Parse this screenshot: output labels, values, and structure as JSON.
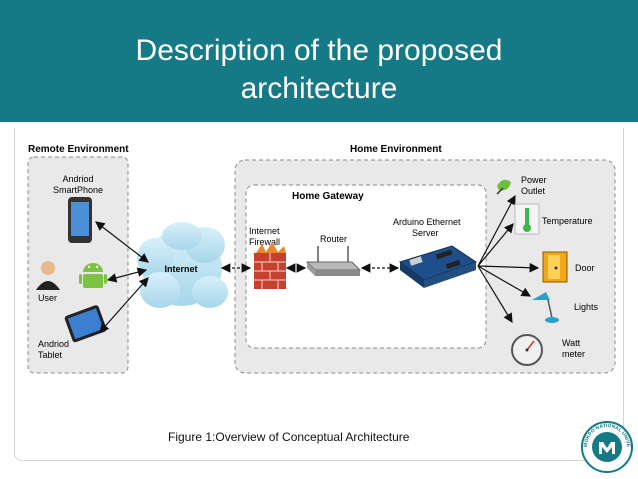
{
  "slide": {
    "title_line1": "Description of the proposed",
    "title_line2": "architecture",
    "caption": "Figure 1:Overview of Conceptual Architecture"
  },
  "diagram": {
    "remote_env_label": "Remote Environment",
    "home_env_label": "Home Environment",
    "home_gateway_label": "Home Gateway",
    "smartphone_label_1": "Andriod",
    "smartphone_label_2": "SmartPhone",
    "user_label": "User",
    "tablet_label_1": "Andriod",
    "tablet_label_2": "Tablet",
    "internet_label": "Internet",
    "firewall_label_1": "Internet",
    "firewall_label_2": "Firewall",
    "router_label": "Router",
    "arduino_label_1": "Arduino Ethernet",
    "arduino_label_2": "Server",
    "power_label_1": "Power",
    "power_label_2": "Outlet",
    "temperature_label": "Temperature",
    "door_label": "Door",
    "lights_label": "Lights",
    "watt_label_1": "Watt",
    "watt_label_2": "meter"
  },
  "logo": {
    "text": "MOKPO NATIONAL UNIVERSITY"
  },
  "colors": {
    "header": "#157a85",
    "panel_fill": "#e9e9e9",
    "panel_border": "#8a8a8a",
    "cloud": "#bfe4f2"
  }
}
